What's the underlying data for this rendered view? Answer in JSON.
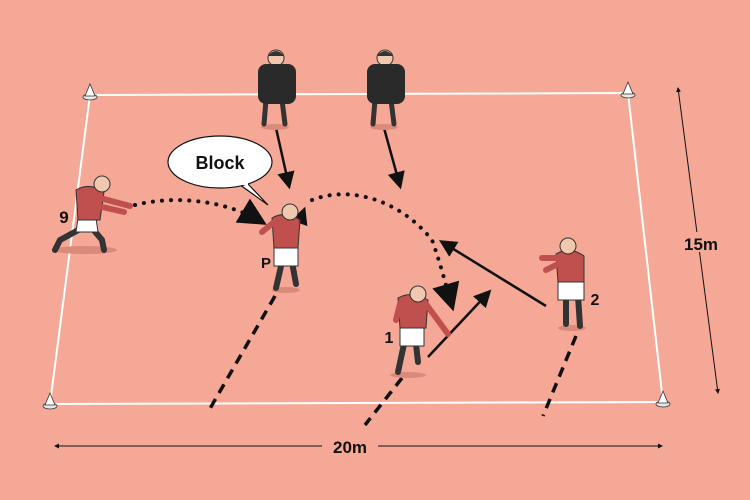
{
  "callout": {
    "text": "Block"
  },
  "players": {
    "scrum_half": "9",
    "pivot": "P",
    "runner_1": "1",
    "runner_2": "2"
  },
  "dimensions": {
    "width": "20m",
    "depth": "15m"
  },
  "colors": {
    "background": "#f6a896",
    "pitch_lines": "#ffffff",
    "attacker_shirt": "#c0504d",
    "defender_shirt": "#f2f2f2",
    "tackle_shield": "#2a2a2a",
    "run_lines": "#111111"
  }
}
